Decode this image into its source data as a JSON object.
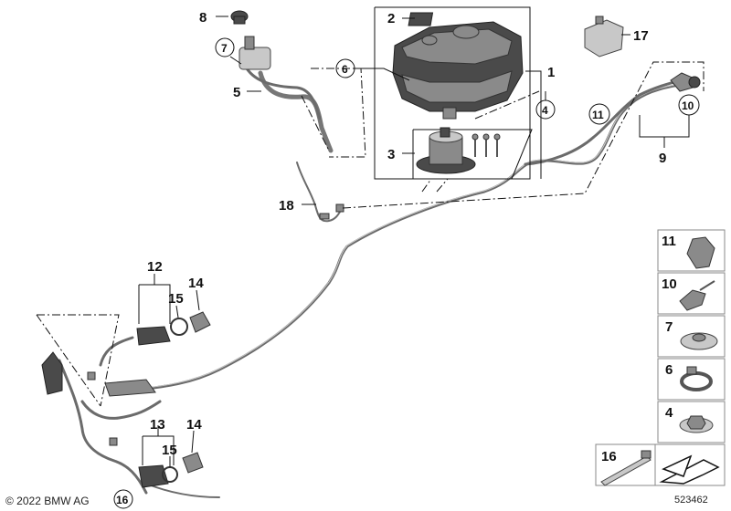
{
  "callouts": {
    "c1": "1",
    "c2": "2",
    "c3": "3",
    "c4": "4",
    "c5": "5",
    "c6": "6",
    "c7": "7",
    "c8": "8",
    "c9": "9",
    "c10": "10",
    "c11": "11",
    "c12": "12",
    "c13": "13",
    "c14a": "14",
    "c14b": "14",
    "c15a": "15",
    "c15b": "15",
    "c16": "16",
    "c17": "17",
    "c18": "18"
  },
  "legend": {
    "l11": "11",
    "l10": "10",
    "l7": "7",
    "l6": "6",
    "l4": "4",
    "l16": "16"
  },
  "footer": {
    "copyright": "© 2022 BMW AG",
    "doc_number": "523462"
  },
  "colors": {
    "line": "#111111",
    "part_dark": "#4a4a4a",
    "part_mid": "#8a8a8a",
    "part_light": "#c8c8c8",
    "cell_border": "#888888"
  }
}
